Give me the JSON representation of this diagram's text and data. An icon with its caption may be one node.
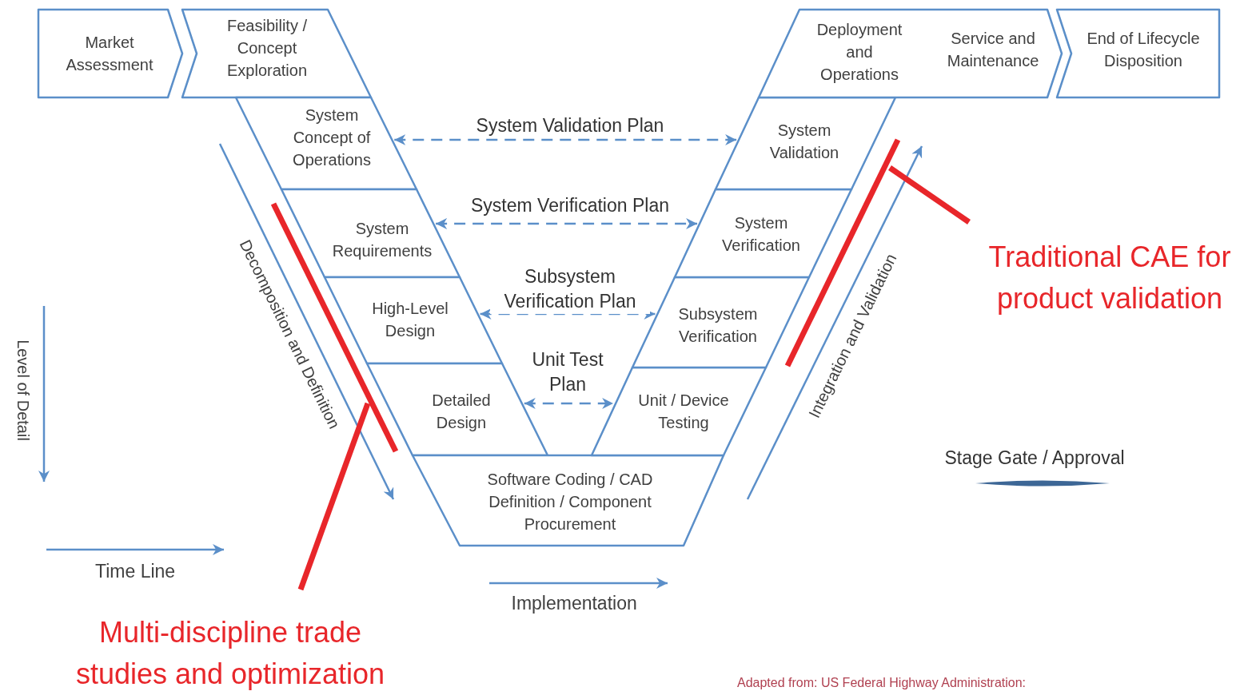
{
  "diagram": {
    "caption": "Adapted from: US Federal Highway Administration:",
    "nodes": [
      {
        "text": [
          "Market Assessment"
        ]
      },
      {
        "text": [
          "Feasibility / Concept Exploration"
        ]
      },
      {
        "text": [
          "System Concept of Operations"
        ]
      },
      {
        "text": [
          "System Requirements"
        ]
      },
      {
        "text": [
          "High-Level Design"
        ]
      },
      {
        "text": [
          "Detailed Design"
        ]
      },
      {
        "text": [
          "Software Coding / CAD Definition / Component Procurement"
        ]
      },
      {
        "text": [
          "Unit / Device Testing"
        ]
      },
      {
        "text": [
          "Subsystem Verification"
        ]
      },
      {
        "text": [
          "System Verification"
        ]
      },
      {
        "text": [
          "System Validation"
        ]
      },
      {
        "text": [
          "Deployment and Operations",
          "Service and Maintenance"
        ]
      },
      {
        "text": [
          "End of Lifecycle Disposition"
        ]
      }
    ],
    "edges": [
      {
        "from": 2,
        "to": 10,
        "arrow": "both",
        "style": "dashed",
        "label": "System Validation Plan"
      },
      {
        "from": 3,
        "to": 9,
        "arrow": "both",
        "style": "dashed",
        "label": "System Verification Plan"
      },
      {
        "from": 4,
        "to": 8,
        "arrow": "both",
        "style": "dashed",
        "label": "Subsystem Verification Plan"
      },
      {
        "from": 5,
        "to": 7,
        "arrow": "both",
        "style": "dashed",
        "label": "Unit Test Plan"
      }
    ],
    "labels": [
      "Decomposition and Definition",
      "Traditional CAE for product validation",
      "Integration and Validation",
      "Level of Detail",
      "Time Line",
      "Implementation",
      "Multi-discipline trade studies and optimization"
    ],
    "legend": [
      {
        "text": "Stage Gate / Approval"
      }
    ]
  }
}
